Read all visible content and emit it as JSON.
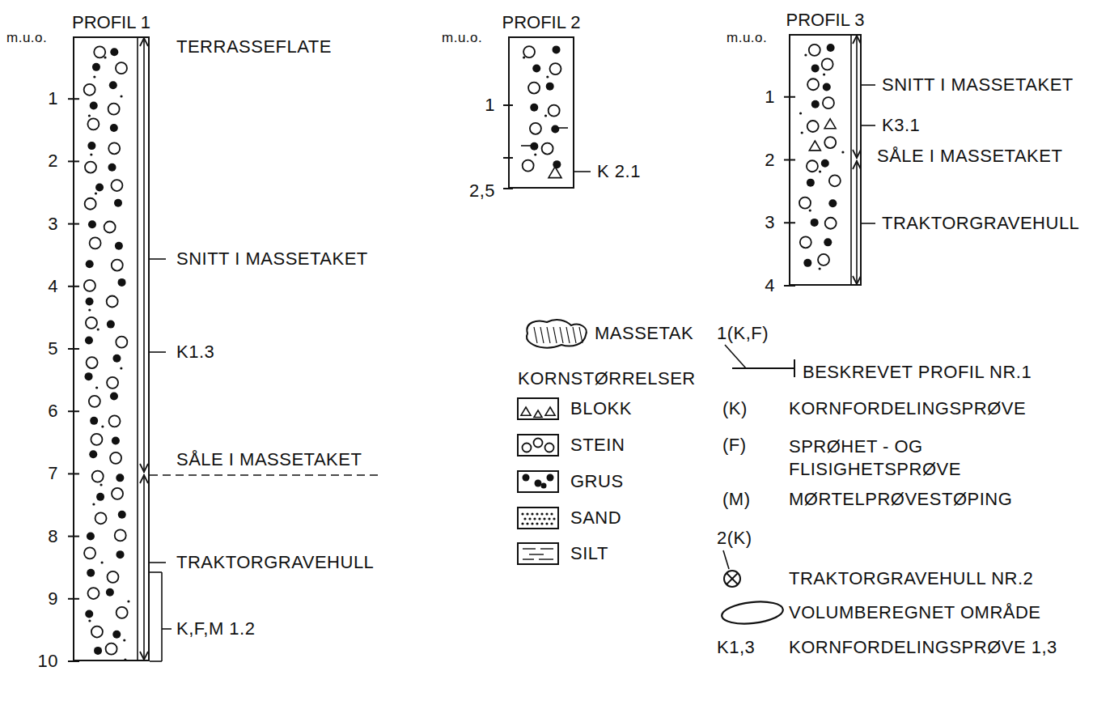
{
  "diagram": {
    "nodes": [
      {
        "text": [
          "PROFIL 1"
        ]
      },
      {
        "text": [
          "PROFIL 2"
        ]
      },
      {
        "text": [
          "PROFIL 3"
        ]
      }
    ],
    "labels": [
      "m.u.o.",
      "1",
      "2",
      "3",
      "4",
      "5",
      "6",
      "7",
      "8",
      "9",
      "10",
      "TERRASSEFLATE",
      "SNITT I MASSETAKET",
      "K1.3",
      "SÅLE I MASSETAKET",
      "TRAKTORGRAVEHULL",
      "K,F,M 1.2",
      "m.u.o.",
      "1",
      "2,5",
      "K 2.1",
      "m.u.o.",
      "1",
      "2",
      "3",
      "4",
      "SNITT I MASSETAKET",
      "K3.1",
      "SÅLE I MASSETAKET",
      "TRAKTORGRAVEHULL",
      "KORNSTØRRELSER",
      "1(K,F)",
      "(K)",
      "(F)",
      "(M)",
      "2(K)",
      "K1,3"
    ],
    "legend": [
      {
        "text": "MASSETAK"
      },
      {
        "text": "BLOKK"
      },
      {
        "text": "STEIN"
      },
      {
        "text": "GRUS"
      },
      {
        "text": "SAND"
      },
      {
        "text": "SILT"
      },
      {
        "text": "BESKREVET PROFIL NR.1"
      },
      {
        "text": "KORNFORDELINGSPRØVE"
      },
      {
        "text": "SPRØHET - OG FLISIGHETSPRØVE"
      },
      {
        "text": "MØRTELPRØVESTØPING"
      },
      {
        "text": "TRAKTORGRAVEHULL NR.2"
      },
      {
        "text": "VOLUMBEREGNET OMRÅDE"
      },
      {
        "text": "KORNFORDELINGSPRØVE 1,3"
      }
    ]
  }
}
